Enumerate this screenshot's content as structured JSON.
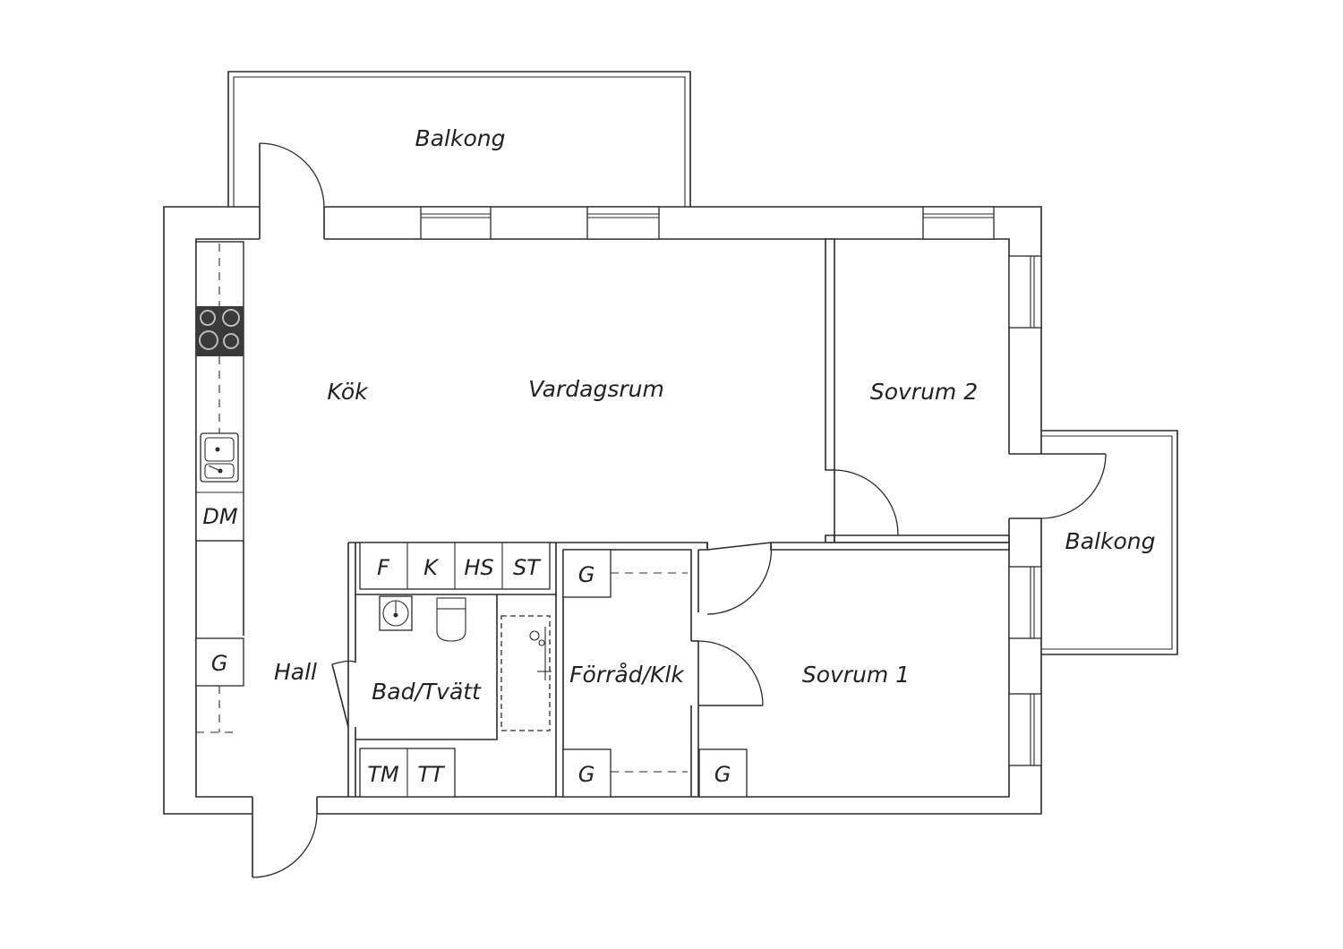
{
  "colors": {
    "wall": "#2a2a2a",
    "background": "#ffffff",
    "hob": "#3a3a3a"
  },
  "rooms": {
    "balkong_top": "Balkong",
    "kok": "Kök",
    "vardagsrum": "Vardagsrum",
    "sovrum2": "Sovrum 2",
    "balkong_right": "Balkong",
    "hall": "Hall",
    "bad_tvatt": "Bad/Tvätt",
    "forrad_klk": "Förråd/Klk",
    "sovrum1": "Sovrum 1"
  },
  "fixtures": {
    "dm": "DM",
    "f": "F",
    "k": "K",
    "hs": "HS",
    "st": "ST",
    "g_hall": "G",
    "g_forrad_top": "G",
    "g_forrad_bottom": "G",
    "g_sovrum1": "G",
    "tm": "TM",
    "tt": "TT"
  }
}
